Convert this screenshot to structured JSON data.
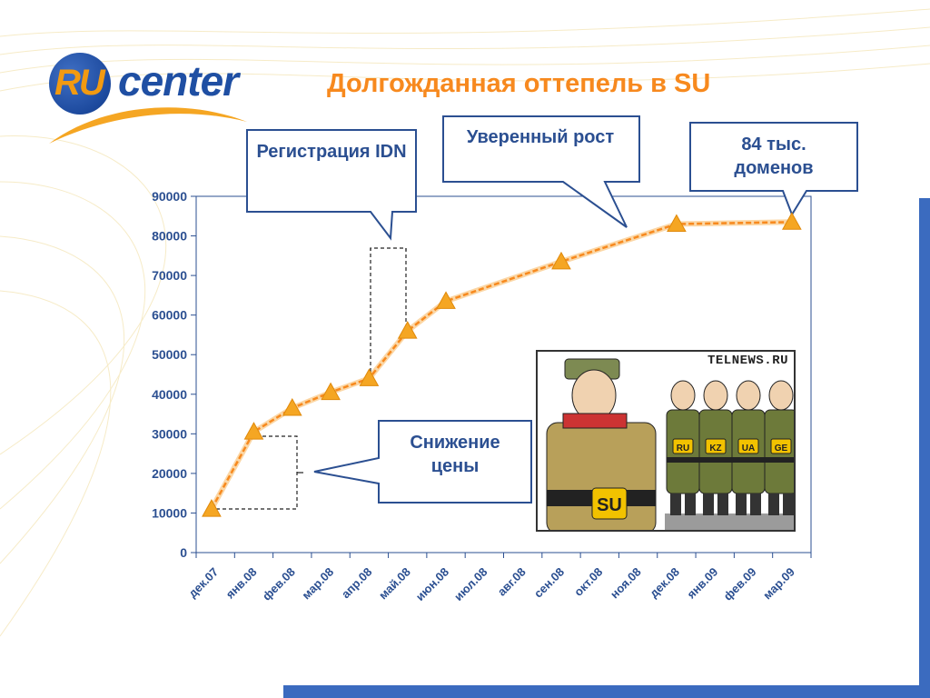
{
  "slide": {
    "title": "Долгожданная оттепель в SU",
    "accent_color": "#f7891e",
    "blue_color": "#2b4f91"
  },
  "logo": {
    "ru_text": "RU",
    "center_text": "center"
  },
  "callouts": {
    "idn": "Регистрация IDN",
    "growth": "Уверенный рост",
    "domains": "84 тыс. доменов",
    "price_drop": "Снижение цены"
  },
  "cartoon": {
    "source_label": "TELNEWS.RU",
    "big_badge": "SU",
    "small_badges": [
      "RU",
      "KZ",
      "UA",
      "GE"
    ]
  },
  "chart_data": {
    "type": "line",
    "categories": [
      "дек.07",
      "янв.08",
      "фев.08",
      "мар.08",
      "апр.08",
      "май.08",
      "июн.08",
      "июл.08",
      "авг.08",
      "сен.08",
      "окт.08",
      "ноя.08",
      "дек.08",
      "янв.09",
      "фев.09",
      "мар.09"
    ],
    "x": [
      0.4,
      1.5,
      2.5,
      3.5,
      4.5,
      5.5,
      6.5,
      9.5,
      12.5,
      15.5
    ],
    "values": [
      11000,
      30500,
      36500,
      40500,
      44000,
      56000,
      63500,
      73500,
      83000,
      83500
    ],
    "ylim": [
      0,
      90000
    ],
    "yticks": [
      0,
      10000,
      20000,
      30000,
      40000,
      50000,
      60000,
      70000,
      80000,
      90000
    ],
    "line_color": "#f7891e",
    "marker_color": "#f5a623",
    "axis_color": "#2b4f91"
  }
}
